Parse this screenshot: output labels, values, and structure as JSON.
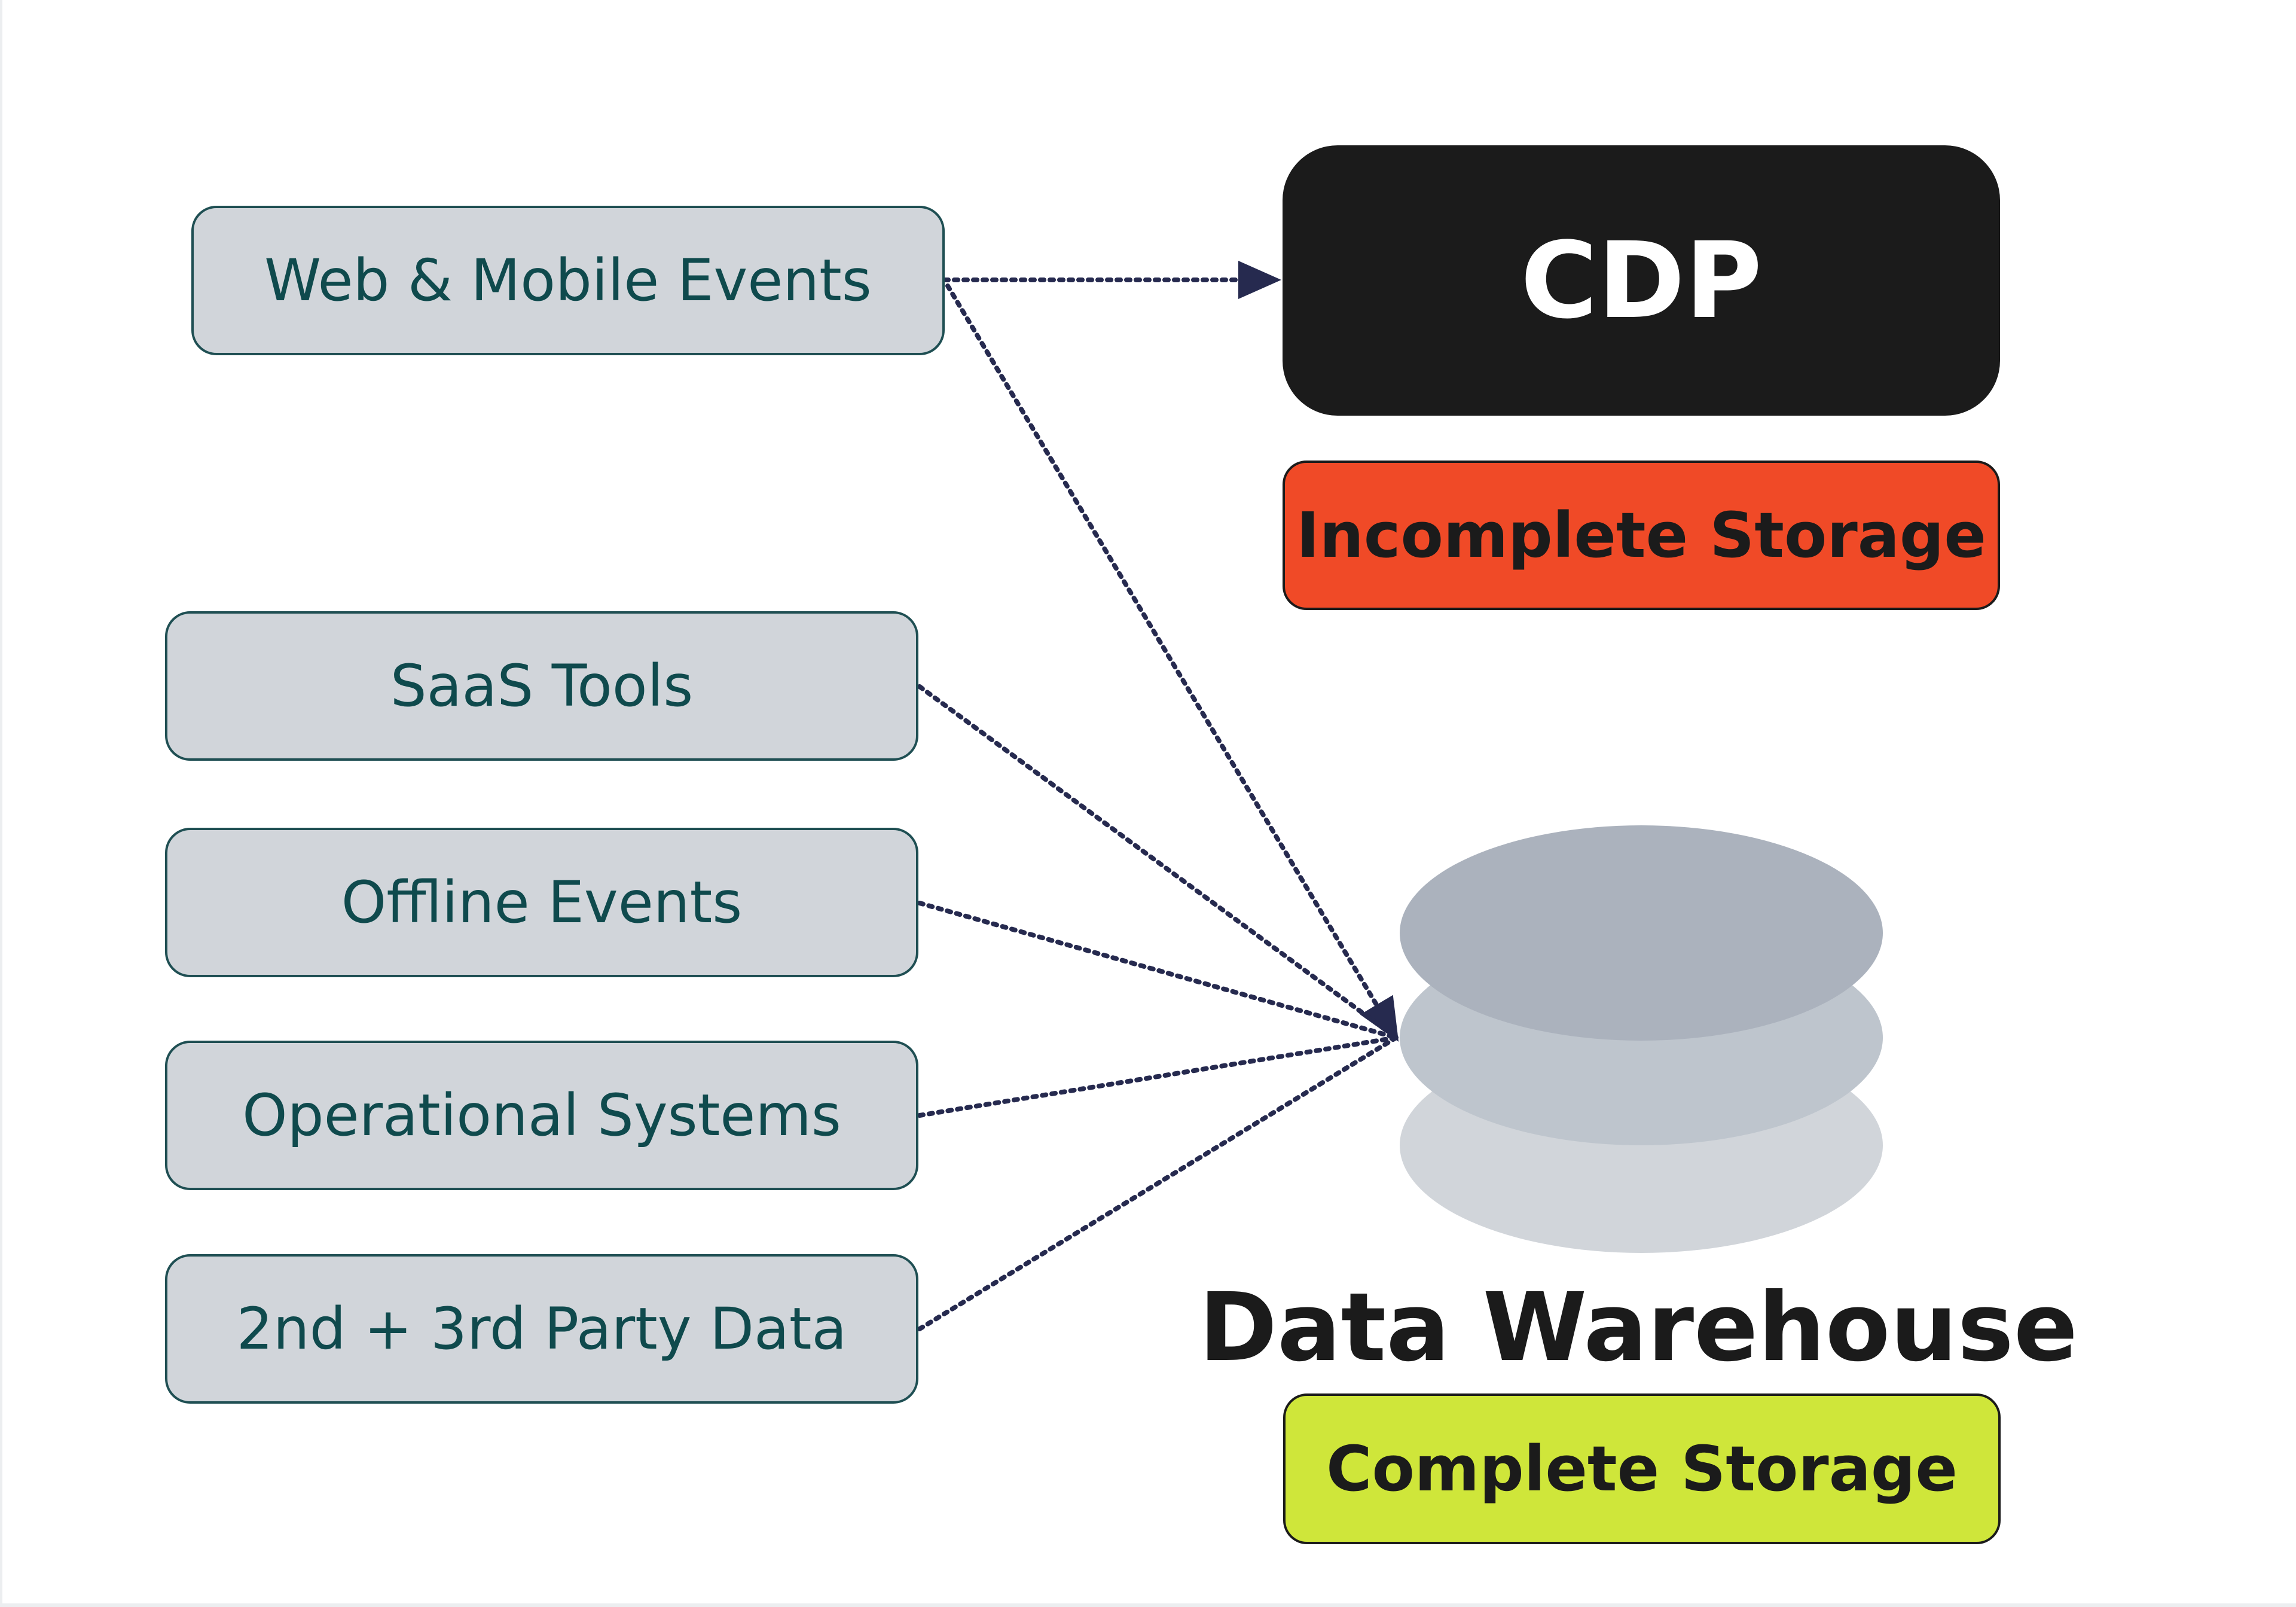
{
  "sources": [
    {
      "id": "web-mobile",
      "label": "Web & Mobile Events"
    },
    {
      "id": "saas",
      "label": "SaaS Tools"
    },
    {
      "id": "offline",
      "label": "Offline Events"
    },
    {
      "id": "operational",
      "label": "Operational Systems"
    },
    {
      "id": "party-data",
      "label": "2nd + 3rd Party Data"
    }
  ],
  "cdp": {
    "label": "CDP",
    "status": "Incomplete Storage",
    "status_color": "#f04a27"
  },
  "warehouse": {
    "label": "Data Warehouse",
    "status": "Complete Storage",
    "status_color": "#cfe63a",
    "disk_colors": [
      "#d1d5da",
      "#bec5cd",
      "#abb2bd"
    ]
  },
  "connector_color": "#262a4f",
  "box_fill": "#d1d5da",
  "box_text_color": "#0f4a4d"
}
